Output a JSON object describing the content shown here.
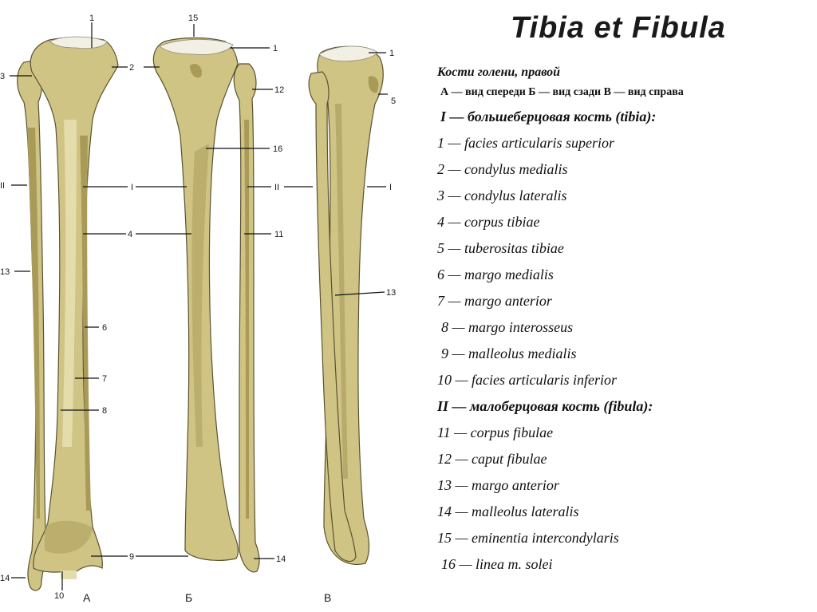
{
  "title": "Tibia  et  Fibula",
  "legend": {
    "caption": "Кости голени, правой",
    "views": "А — вид спереди Б — вид сзади  В — вид справа",
    "tibia_heading": "I — большеберцовая кость (tibia):",
    "tibia_items": [
      "1 — facies articularis superior",
      "2 — condylus medialis",
      "3 — condylus lateralis",
      "4 — corpus tibiae",
      "5 — tuberositas tibiae",
      "6 — margo medialis",
      "7 — margo anterior",
      "8 — margo interosseus",
      "9 — malleolus medialis",
      "10 — facies articularis inferior"
    ],
    "fibula_heading": "II — малоберцовая кость (fibula):",
    "fibula_items": [
      "11 — corpus fibulae",
      "12 — caput fibulae",
      "13 — margo anterior",
      "14 — malleolus lateralis",
      "15 — eminentia intercondylaris",
      "16 — linea m. solei"
    ]
  },
  "figure": {
    "view_letters": [
      "А",
      "Б",
      "В"
    ],
    "labels_view_a": [
      "1",
      "2",
      "3",
      "II",
      "I",
      "4",
      "13",
      "6",
      "7",
      "8",
      "9",
      "14",
      "10"
    ],
    "labels_view_b": [
      "15",
      "1",
      "12",
      "16",
      "II",
      "11",
      "14"
    ],
    "labels_view_c": [
      "1",
      "5",
      "I",
      "13"
    ]
  }
}
